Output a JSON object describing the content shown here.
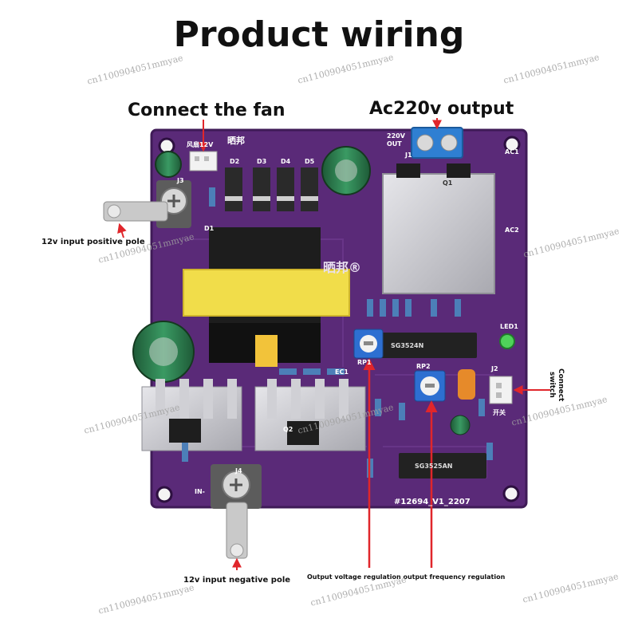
{
  "title": "Product wiring",
  "labels": {
    "fan": "Connect the fan",
    "ac_output": "Ac220v output",
    "positive_pole": "12v input positive pole",
    "negative_pole": "12v input negative pole",
    "voltage_regulation": "Output voltage regulation output frequency regulation",
    "switch_line1": "Connect",
    "switch_line2": "switch"
  },
  "board_text": {
    "fan_header": "风扇12V",
    "brand": "晒邦",
    "brand_center": "晒邦®",
    "out": "OUT",
    "out_voltage": "220V",
    "ac1": "AC1",
    "ac2": "AC2",
    "j1": "J1",
    "j2": "J2",
    "j3": "J3",
    "j4": "J4",
    "in_minus": "IN-",
    "ic_top": "SG3524N",
    "ic_bottom": "SG3525AN",
    "board_id": "#12694_V1_2207",
    "led": "LED1",
    "rp1": "RP1",
    "rp2": "RP2",
    "switch": "开关",
    "ec1": "EC1",
    "d1": "D1",
    "d2": "D2",
    "d3": "D3",
    "d4": "D4",
    "d5": "D5",
    "q1": "Q1",
    "q2": "Q2"
  },
  "watermark": "cn1100904051mmyae",
  "colors": {
    "board": "#5a2a78",
    "board_dark": "#3f1b57",
    "arrow": "#e0262b",
    "heatsink": "#c8c8cc",
    "transformer": "#f1dd4a",
    "capacitor": "#2f7a4e"
  }
}
